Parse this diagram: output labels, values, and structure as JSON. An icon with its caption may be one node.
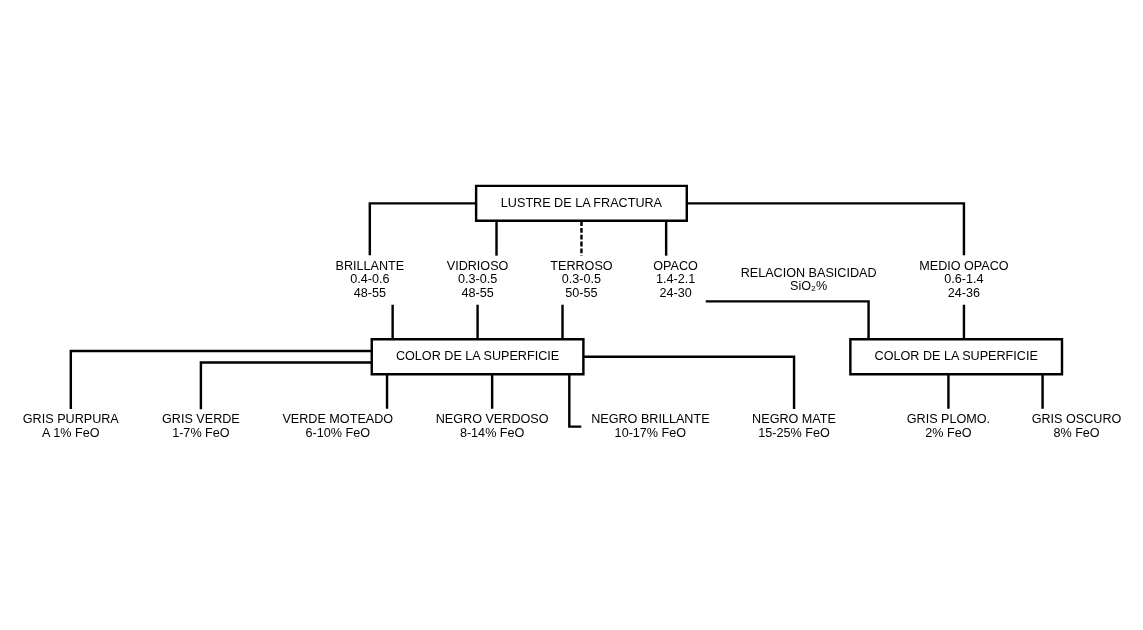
{
  "diagram": {
    "nodes": [
      {
        "text": [
          "LUSTRE DE LA FRACTURA"
        ]
      },
      {
        "text": [
          "OPACO",
          "1.4-2.1",
          "24-30"
        ]
      },
      {
        "text": [
          "MEDIO OPACO",
          "0.6-1.4",
          "24-36"
        ]
      },
      {
        "text": [
          "BRILLANTE",
          "0.4-0.6",
          "48-55"
        ]
      },
      {
        "text": [
          "VIDRIOSO",
          "0.3-0.5",
          "48-55"
        ]
      },
      {
        "text": [
          "TERROSO",
          "0.3-0.5",
          "50-55"
        ]
      },
      {
        "text": [
          "COLOR DE LA SUPERFICIE"
        ]
      },
      {
        "text": [
          "COLOR DE LA SUPERFICIE"
        ]
      },
      {
        "text": [
          "GRIS PLOMO.",
          "2% FeO"
        ]
      },
      {
        "text": [
          "GRIS OSCURO",
          "8% FeO"
        ]
      },
      {
        "text": [
          "GRIS PURPURA",
          "A 1% FeO"
        ]
      },
      {
        "text": [
          "GRIS VERDE",
          "1-7% FeO"
        ]
      },
      {
        "text": [
          "VERDE MOTEADO",
          "6-10% FeO"
        ]
      },
      {
        "text": [
          "NEGRO VERDOSO",
          "8-14% FeO"
        ]
      },
      {
        "text": [
          "NEGRO BRILLANTE",
          "10-17% FeO"
        ]
      },
      {
        "text": [
          "NEGRO MATE",
          "15-25% FeO"
        ]
      }
    ],
    "edges": [
      {
        "from": 0,
        "to": 1,
        "arrow": "none"
      },
      {
        "from": 0,
        "to": 2,
        "arrow": "none"
      },
      {
        "from": 0,
        "to": 3,
        "arrow": "none"
      },
      {
        "from": 0,
        "to": 4,
        "arrow": "none"
      },
      {
        "from": 0,
        "to": 5,
        "arrow": "none",
        "style": "dashed"
      },
      {
        "from": 1,
        "to": 6,
        "arrow": "none"
      },
      {
        "from": 2,
        "to": 6,
        "arrow": "none"
      },
      {
        "from": 3,
        "to": 7,
        "arrow": "none"
      },
      {
        "from": 4,
        "to": 7,
        "arrow": "none"
      },
      {
        "from": 5,
        "to": 7,
        "arrow": "none"
      },
      {
        "from": 6,
        "to": 8,
        "arrow": "none"
      },
      {
        "from": 6,
        "to": 9,
        "arrow": "none"
      },
      {
        "from": 7,
        "to": 10,
        "arrow": "none"
      },
      {
        "from": 7,
        "to": 11,
        "arrow": "none"
      },
      {
        "from": 7,
        "to": 12,
        "arrow": "none"
      },
      {
        "from": 7,
        "to": 13,
        "arrow": "none"
      },
      {
        "from": 7,
        "to": 14,
        "arrow": "none"
      },
      {
        "from": 7,
        "to": 15,
        "arrow": "none"
      }
    ],
    "labels": [
      "RELACION BASICIDAD",
      "SiO₂%"
    ]
  }
}
